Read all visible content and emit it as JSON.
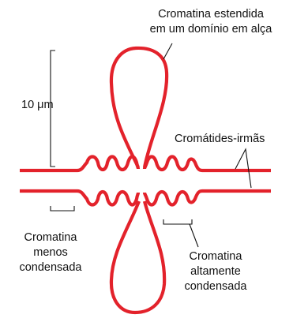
{
  "labels": {
    "extended_line1": "Cromatina estendida",
    "extended_line2": "em um domínio em alça",
    "scale": "10 μm",
    "sisters": "Cromátides-irmãs",
    "less_line1": "Cromatina",
    "less_line2": "menos",
    "less_line3": "condensada",
    "high_line1": "Cromatina",
    "high_line2": "altamente",
    "high_line3": "condensada"
  },
  "colors": {
    "chromatin": "#e3222b",
    "text": "#111111"
  }
}
